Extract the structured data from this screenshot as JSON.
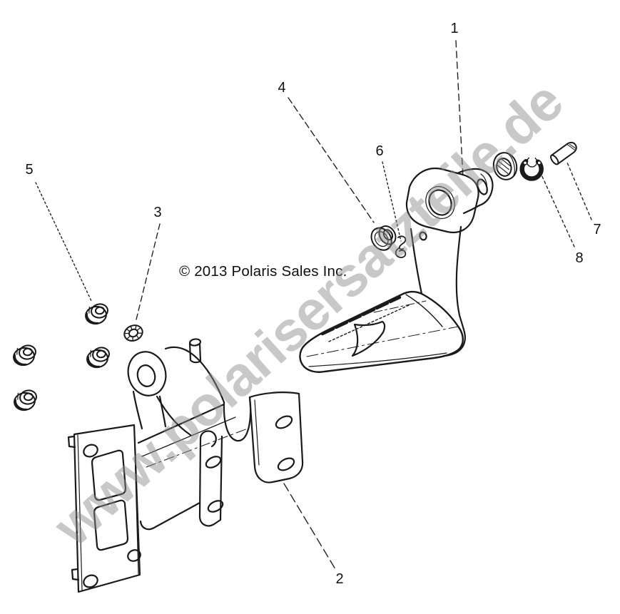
{
  "diagram": {
    "copyright": "© 2013 Polaris Sales Inc.",
    "watermark": "www.polarisersatzteile.de",
    "callouts": [
      {
        "label": "1"
      },
      {
        "label": "2"
      },
      {
        "label": "3"
      },
      {
        "label": "4"
      },
      {
        "label": "5"
      },
      {
        "label": "6"
      },
      {
        "label": "7"
      },
      {
        "label": "8"
      }
    ],
    "colors": {
      "line": "#1a1a1a",
      "watermark_gray": "#8a8a8a",
      "background": "#ffffff"
    }
  }
}
